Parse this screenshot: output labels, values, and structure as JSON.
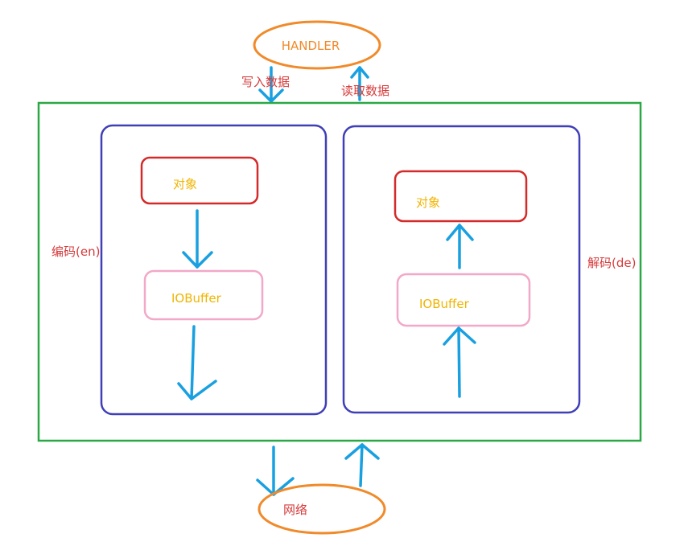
{
  "labels": {
    "handler": "HANDLER",
    "write_data": "写入数据",
    "read_data": "读取数据",
    "encode": "编码(en)",
    "decode": "解码(de)",
    "network": "网络",
    "encoder_object": "对象",
    "encoder_iobuffer": "IOBuffer",
    "decoder_object": "对象",
    "decoder_iobuffer": "IOBuffer"
  },
  "colors": {
    "outer_border": "#2aa845",
    "inner_border": "#3f3fb8",
    "object_border": "#d42a2a",
    "iobuffer_border": "#f2a8c8",
    "ellipse_border": "#f08a2a",
    "arrow": "#19a0e0"
  }
}
